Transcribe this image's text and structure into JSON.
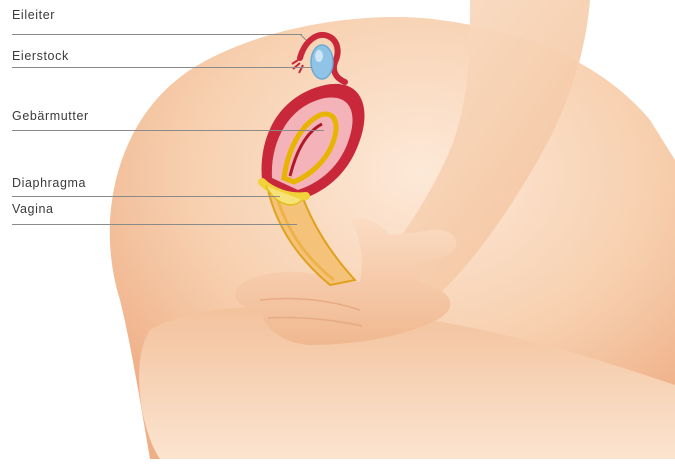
{
  "labels": {
    "eileiter": "Eileiter",
    "eierstock": "Eierstock",
    "gebaermutter": "Gebärmutter",
    "diaphragma": "Diaphragma",
    "vagina": "Vagina"
  },
  "colors": {
    "skin_light": "#fbe6d4",
    "skin_mid": "#f6c9a6",
    "skin_dark": "#e8a67c",
    "uterus_red": "#c8283a",
    "uterus_pink": "#f3b3b8",
    "diaphragm_yellow": "#f2d23a",
    "ovary_blue": "#8fc4e6",
    "leader_line": "#8a8a8a"
  }
}
